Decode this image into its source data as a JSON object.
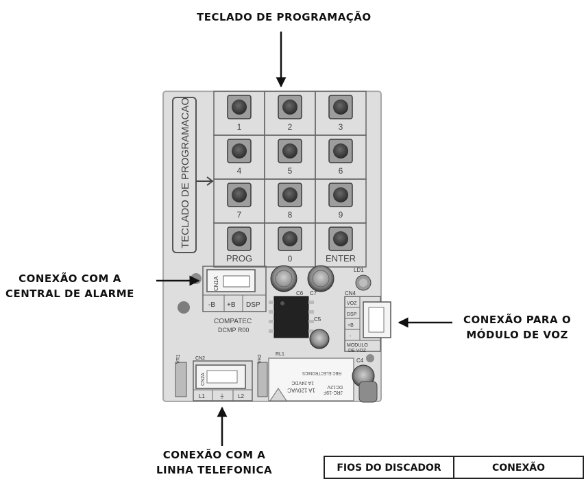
{
  "callouts": {
    "keypad": "TECLADO DE PROGRAMAÇÃO",
    "alarm_line1": "CONEXÃO COM A",
    "alarm_line2": "CENTRAL DE ALARME",
    "voice_line1": "CONEXÃO PARA O",
    "voice_line2": "MÓDULO DE VOZ",
    "phone_line1": "CONEXÃO COM A",
    "phone_line2": "LINHA TELEFONICA"
  },
  "board": {
    "side_label": "TECLADO DE PROGRAMACAO",
    "keys": [
      "1",
      "2",
      "3",
      "4",
      "5",
      "6",
      "7",
      "8",
      "9",
      "PROG",
      "0",
      "ENTER"
    ],
    "alarm_connector": "CN1A",
    "alarm_pins": [
      "-B",
      "+B",
      "DSP"
    ],
    "brand_line1": "COMPATEC",
    "brand_line2": "DCMP R00",
    "led": "LD1",
    "cap_c6": "C6",
    "cap_c7": "C7",
    "cap_c5": "C5",
    "cap_c4": "C4",
    "voice_connector": "CN4",
    "voice_pins": [
      "VOZ",
      "DSP",
      "+B",
      "-"
    ],
    "voice_module_line1": "MODULO",
    "voice_module_line2": "DE VOZ",
    "phone_connector": "CN2",
    "phone_connector_inner": "CN2A",
    "phone_pins": [
      "L1",
      "⏚",
      "L2"
    ],
    "vr1": "VR1",
    "vr2": "VR2",
    "relay_label": "RL1",
    "relay_text1": "JRC-19F",
    "relay_text2": "DC12V",
    "relay_text3": "1A 120VAC",
    "relay_text4": "1A 24VDC",
    "relay_brand": "RBC ELECTRONICS"
  },
  "table": {
    "col1": "FIOS DO DISCADOR",
    "col2": "CONEXÃO"
  }
}
